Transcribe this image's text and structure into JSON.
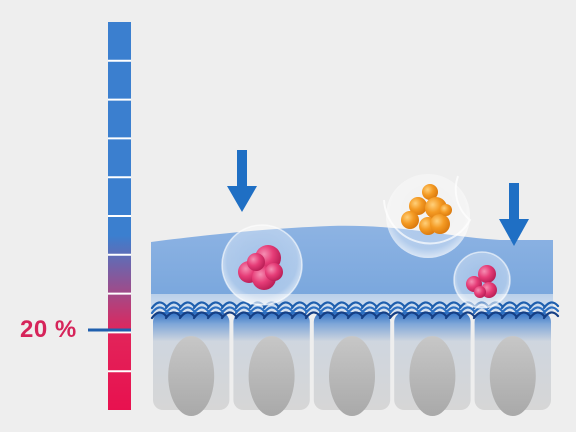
{
  "colors": {
    "background": "#eeeeee",
    "scale_blue": "#3b7fcf",
    "scale_pink": "#e2245a",
    "arrow_blue": "#1f6fc4",
    "mucus_blue": "#7aa7dd",
    "cell_gray": "#c9c9c9",
    "nucleus_gray": "#b0b0b0",
    "fiber_blue": "#1e5fae",
    "particle_pink": "#e63d78",
    "particle_orange": "#f49a23"
  },
  "scale": {
    "segment_count": 10,
    "pink_segments": 2,
    "marker_label": "20 %",
    "marker_value_percent": 20
  },
  "icons": [
    "down-arrow-icon",
    "down-arrow-icon"
  ],
  "particles": [
    "pink-particle-cluster",
    "pink-particle-cluster",
    "orange-particle-cluster"
  ]
}
